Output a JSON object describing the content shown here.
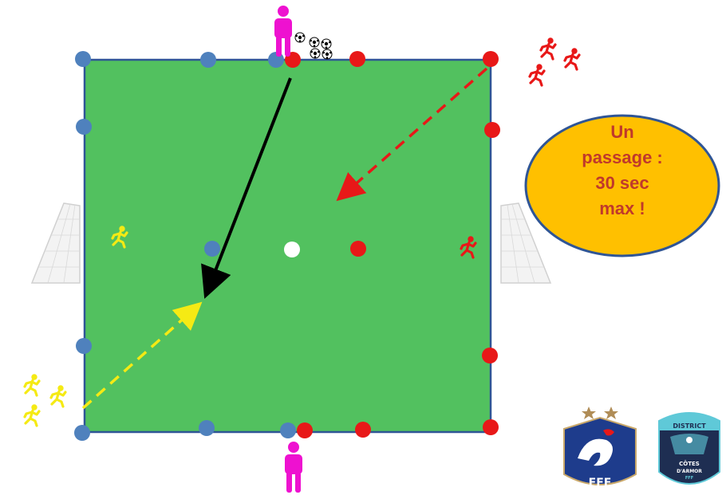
{
  "callout": {
    "lines": [
      "Un",
      "passage :",
      "30 sec",
      "max !"
    ]
  },
  "logos": {
    "fff": {
      "text": "FFF"
    },
    "district": {
      "top": "DISTRICT",
      "bottom1": "CÔTES",
      "bottom2": "D'ARMOR",
      "bottom3": "FFF"
    }
  },
  "colors": {
    "pitch": "#52C15F",
    "pitch_border": "#2F5596",
    "team_blue_cone": "#4F81BD",
    "team_red": "#E81818",
    "team_yellow": "#F5EA14",
    "coach": "#EE11D0",
    "callout_fill": "#FFC000",
    "callout_text": "#C0392B"
  },
  "icons": [
    "coach-icon",
    "ball-icon",
    "runner-icon",
    "goal-icon",
    "star-icon"
  ]
}
